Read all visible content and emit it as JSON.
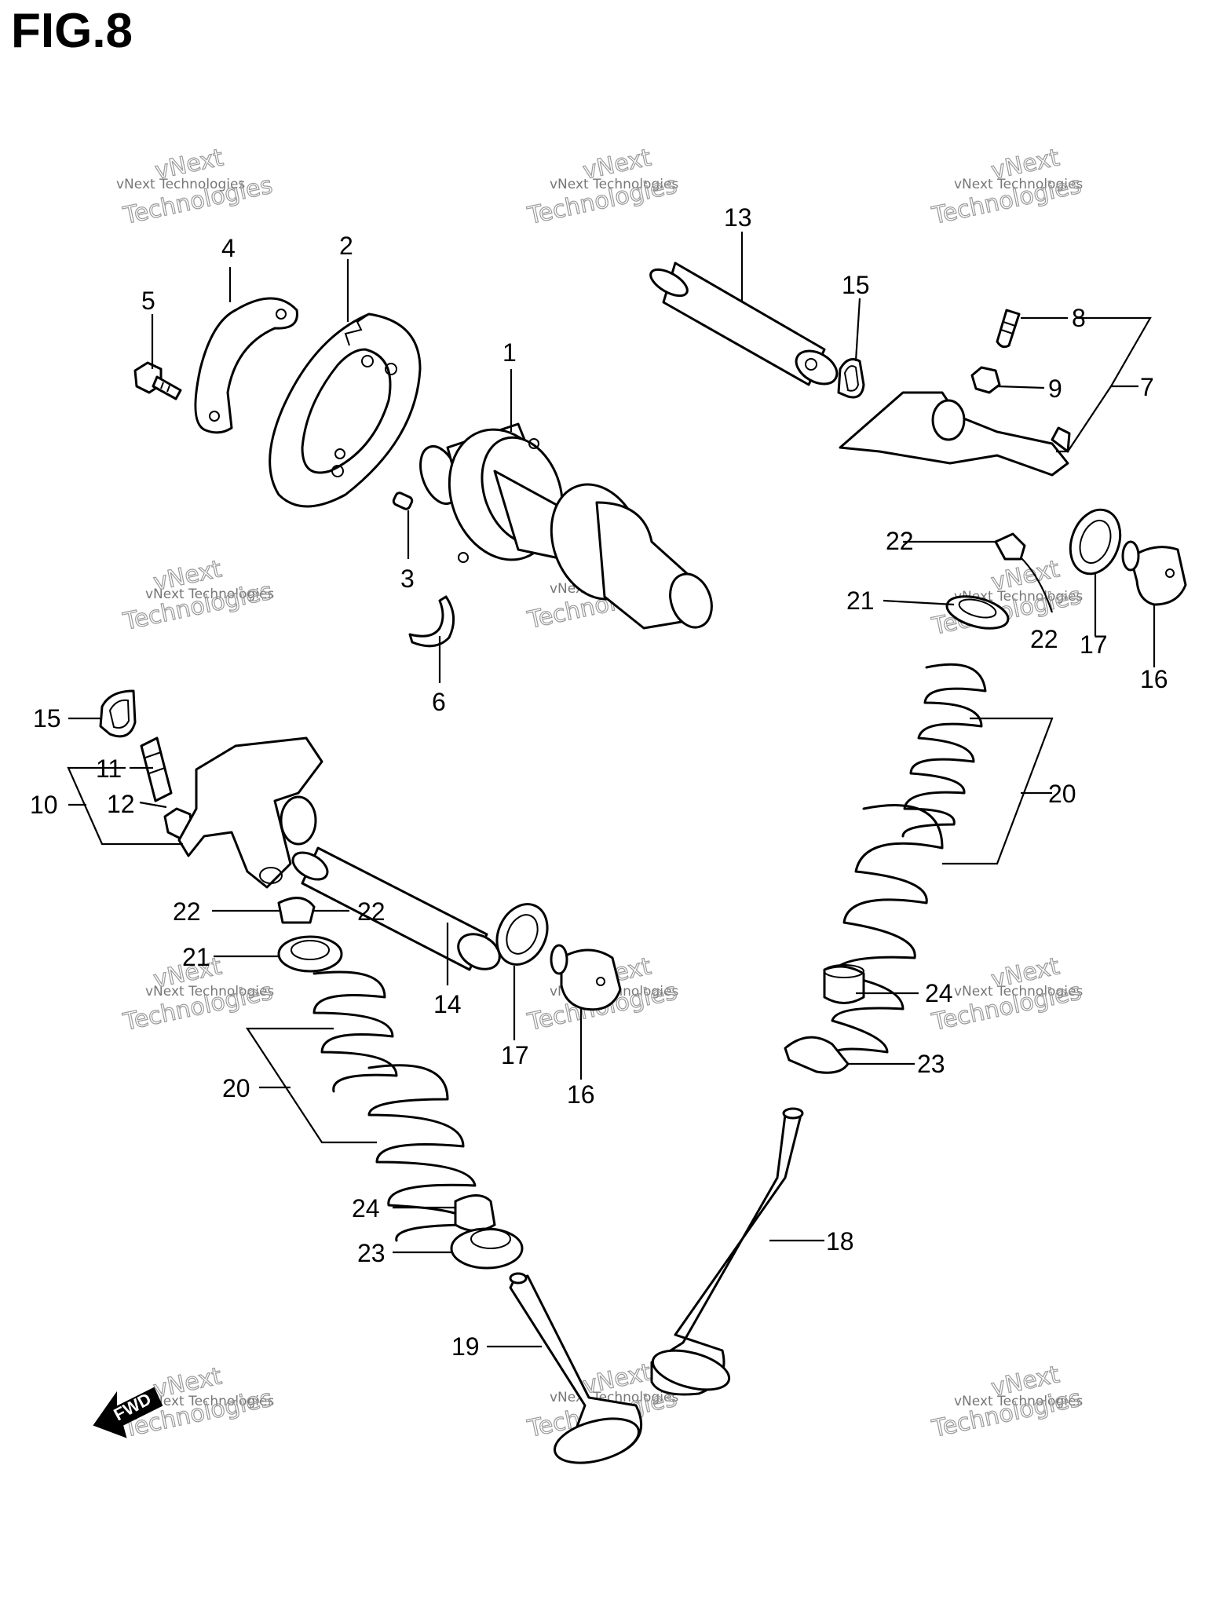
{
  "figure": {
    "title": "FIG.8"
  },
  "watermark": {
    "line1": "vNext Technologies",
    "line2": "vNext",
    "line3": "Technologies"
  },
  "fwd_label": "FWD",
  "callouts": {
    "p1": "1",
    "p2": "2",
    "p3": "3",
    "p4": "4",
    "p5": "5",
    "p6": "6",
    "p7": "7",
    "p8": "8",
    "p9": "9",
    "p10": "10",
    "p11": "11",
    "p12": "12",
    "p13": "13",
    "p14": "14",
    "p15a": "15",
    "p15b": "15",
    "p16a": "16",
    "p16b": "16",
    "p17a": "17",
    "p17b": "17",
    "p18": "18",
    "p19": "19",
    "p20a": "20",
    "p20b": "20",
    "p21a": "21",
    "p21b": "21",
    "p22a": "22",
    "p22b": "22",
    "p22c": "22",
    "p22d": "22",
    "p23a": "23",
    "p23b": "23",
    "p24a": "24",
    "p24b": "24"
  }
}
